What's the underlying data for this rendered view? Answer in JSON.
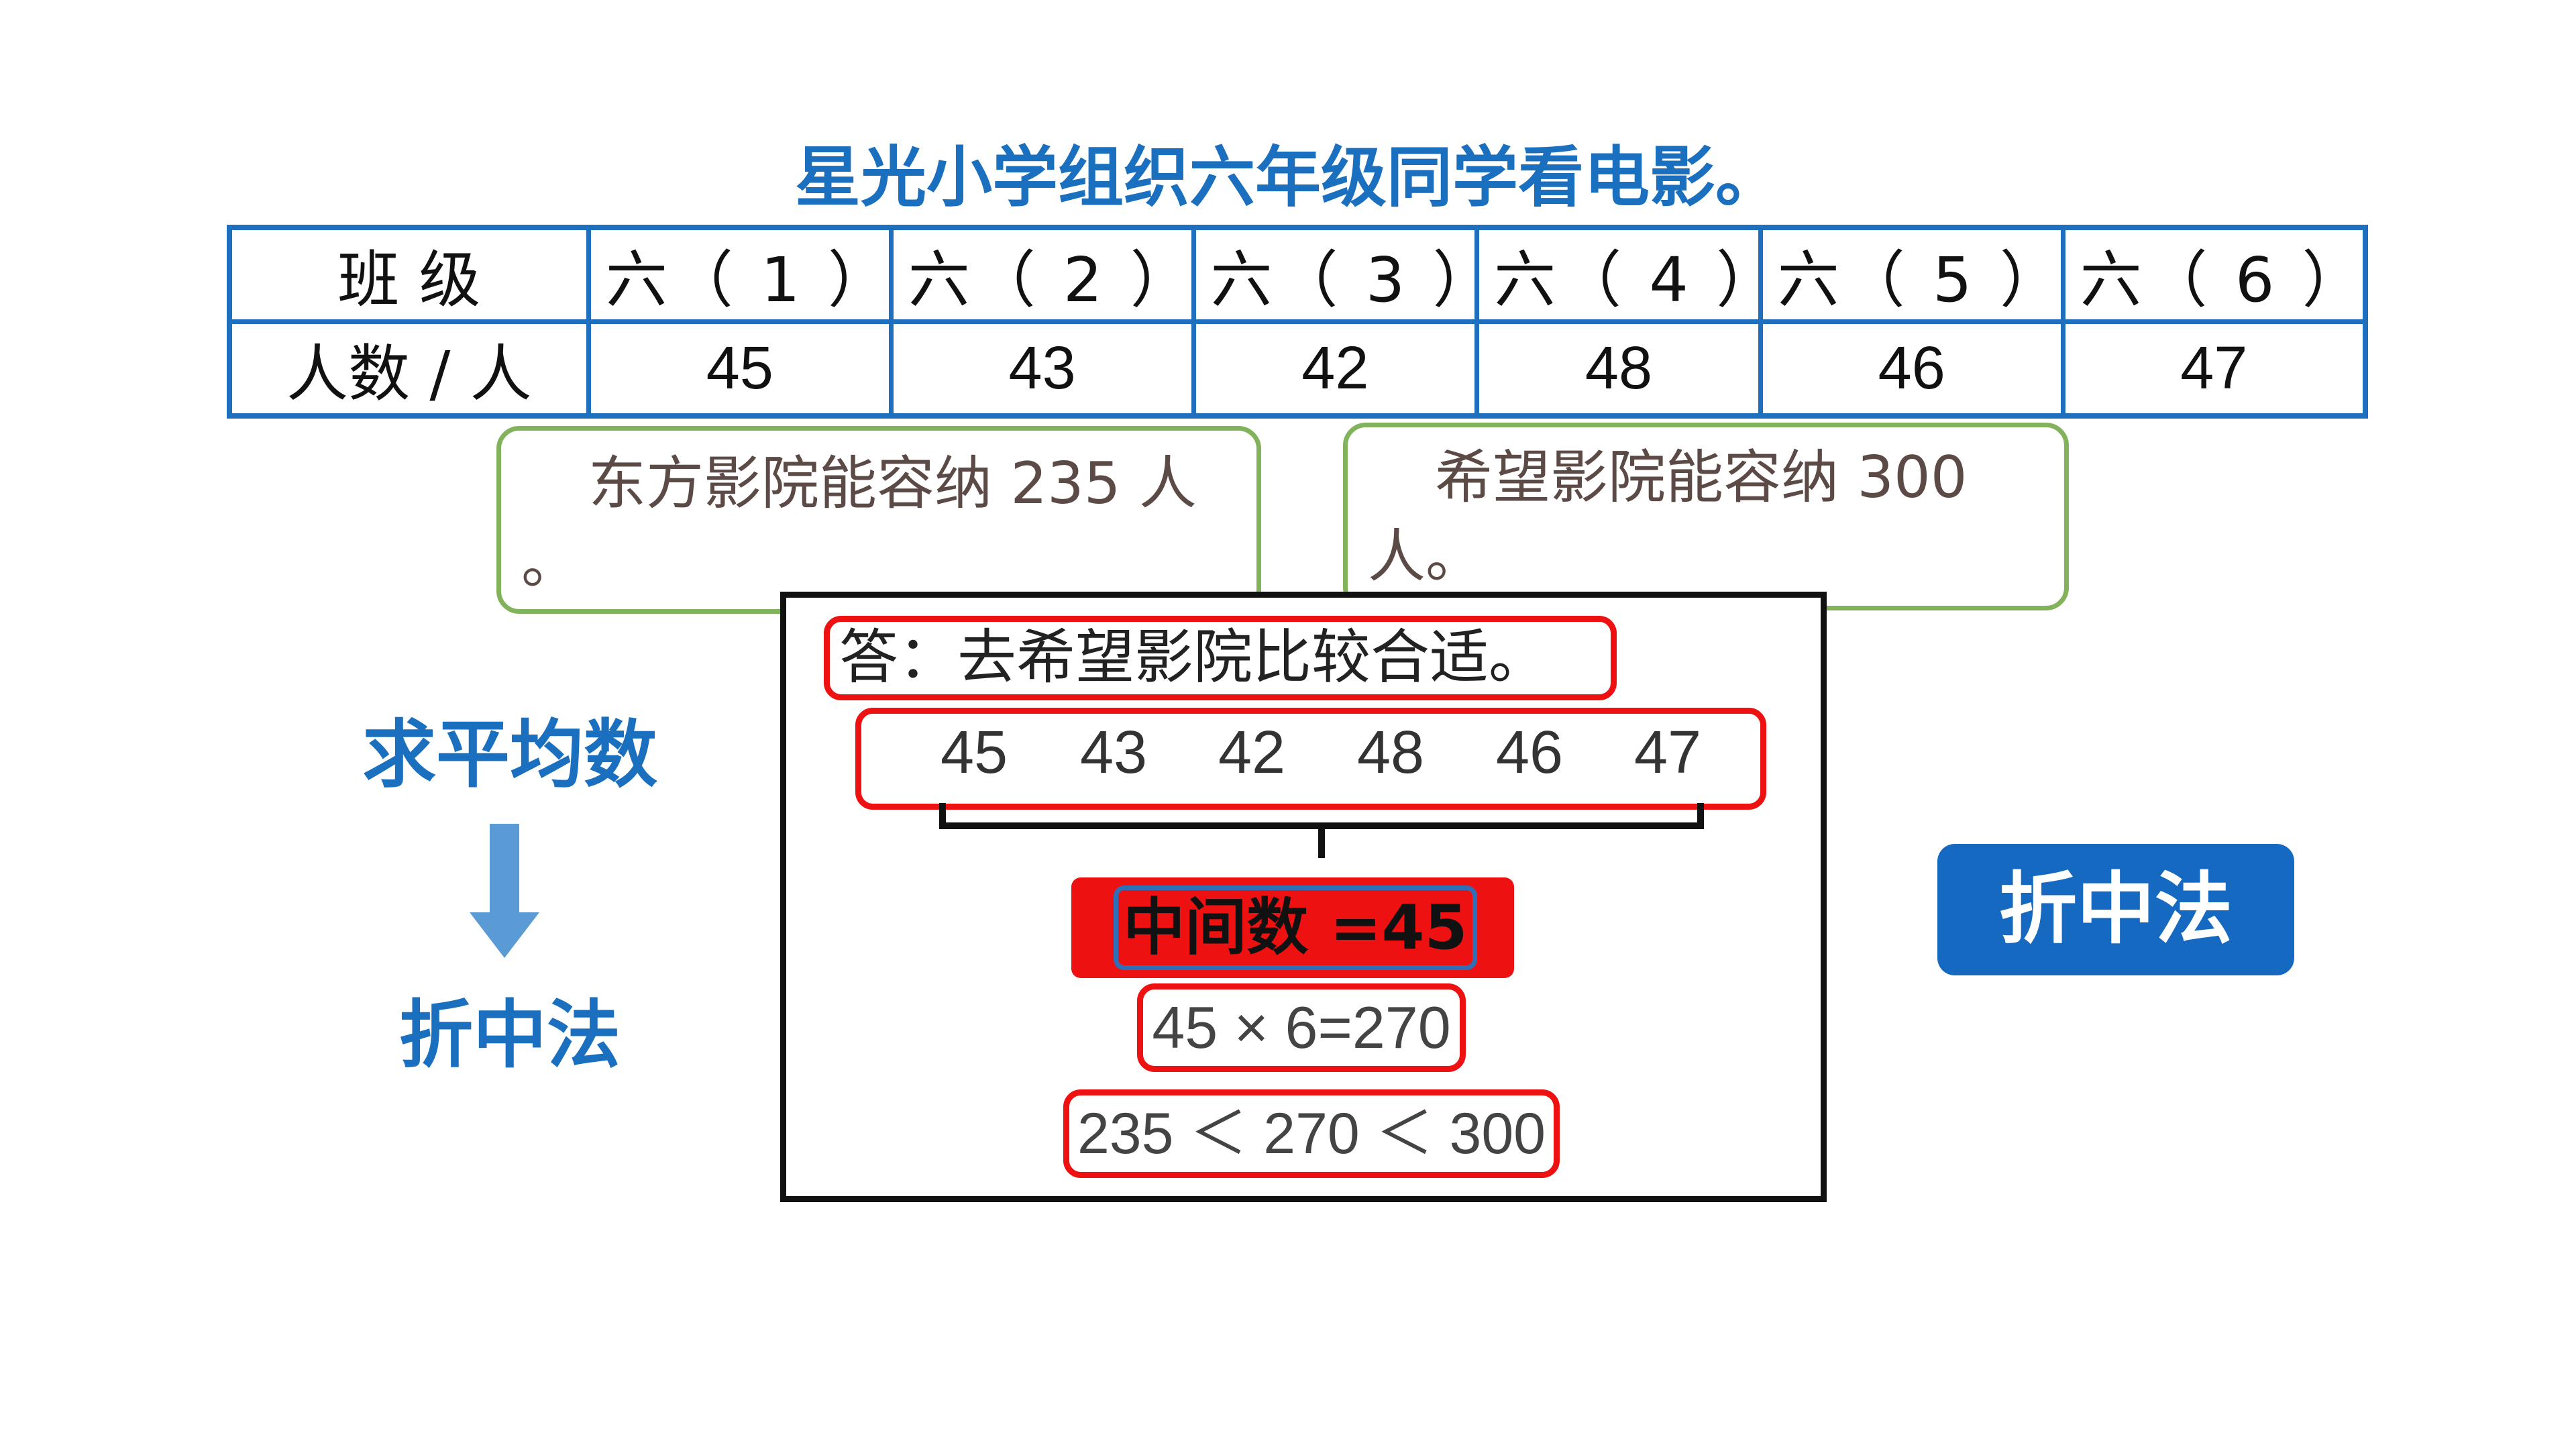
{
  "title": "星光小学组织六年级同学看电影。",
  "table": {
    "row1_header": "班 级",
    "row2_header": "人数 / 人",
    "classes": [
      "六（ 1 ）",
      "六（ 2 ）",
      "六（ 3 ）",
      "六（ 4 ）",
      "六（ 5 ）",
      "六（ 6 ）"
    ],
    "counts": [
      "45",
      "43",
      "42",
      "48",
      "46",
      "47"
    ]
  },
  "cinemas": {
    "east_line1": "东方影院能容纳 235 人",
    "east_line2": "。",
    "hope_line1": "希望影院能容纳 300",
    "hope_line2": "人。"
  },
  "left": {
    "step1": "求平均数",
    "step2": "折中法"
  },
  "solution": {
    "answer": "答：去希望影院比较合适。",
    "numbers": [
      "45",
      "43",
      "42",
      "48",
      "46",
      "47"
    ],
    "median": "中间数 =45",
    "product": "45 × 6=270",
    "comparison": "235 ＜ 270 ＜ 300"
  },
  "method_badge": "折中法",
  "colors": {
    "blue": "#1a6fbf",
    "table_border": "#1f6fbf",
    "green_border": "#82b25b",
    "red": "#ee1111",
    "badge_blue": "#1669c1",
    "arrow": "#5b9bd5"
  }
}
